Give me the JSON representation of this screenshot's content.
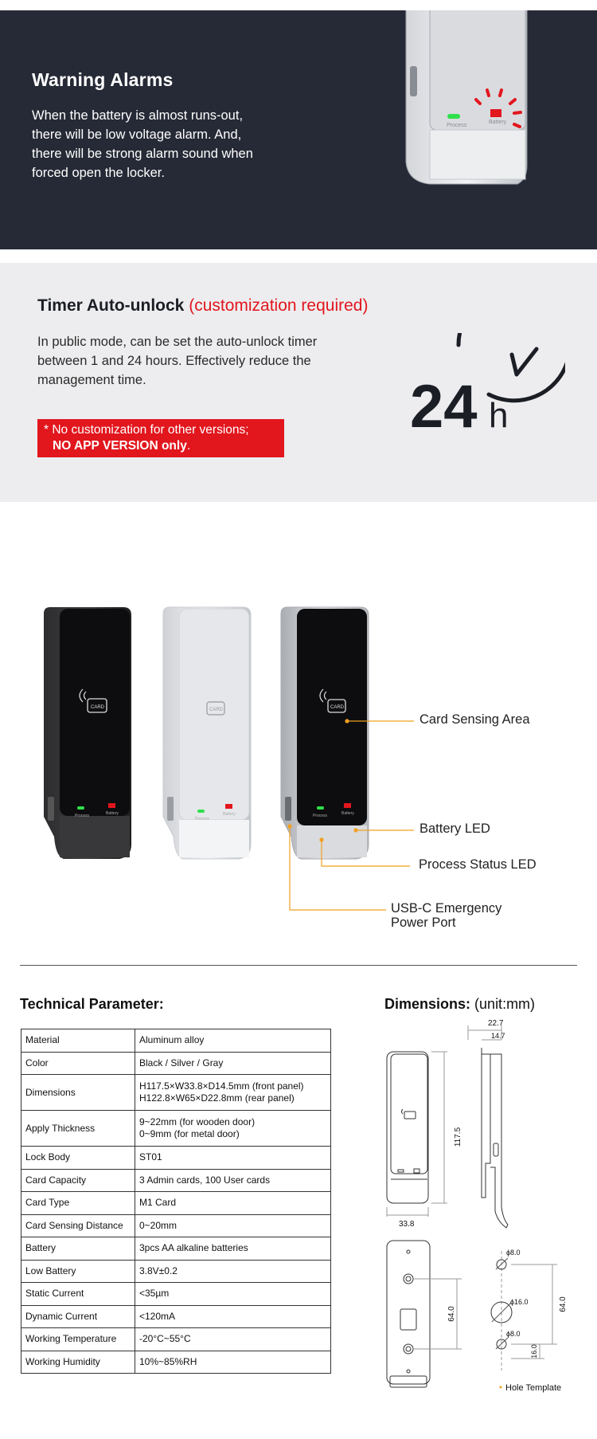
{
  "alarm": {
    "title": "Warning Alarms",
    "text": "When the battery is almost runs-out, there will be low voltage alarm. And, there will be strong alarm sound when forced open the locker.",
    "led_process": "Process",
    "led_battery": "Battery"
  },
  "timer": {
    "title": "Timer Auto-unlock",
    "title_note": "(customization required)",
    "text": "In public mode, can be set the auto-unlock timer between 1 and 24 hours. Effectively reduce the management time.",
    "note_line1": "* No customization for other versions;",
    "note_bold": "NO APP VERSION only",
    "note_end": ".",
    "icon_number": "24",
    "icon_unit": "h"
  },
  "products": {
    "card_label": "CARD",
    "process": "Process",
    "battery": "Battery",
    "callouts": {
      "card_area": "Card Sensing Area",
      "battery_led": "Battery LED",
      "process_led": "Process Status LED",
      "usb_line1": "USB-C Emergency",
      "usb_line2": "Power Port"
    }
  },
  "params": {
    "title": "Technical Parameter:",
    "rows": [
      {
        "k": "Material",
        "v": "Aluminum alloy"
      },
      {
        "k": "Color",
        "v": "Black / Silver / Gray"
      },
      {
        "k": "Dimensions",
        "v": "H117.5×W33.8×D14.5mm (front panel)",
        "v2": "H122.8×W65×D22.8mm (rear panel)"
      },
      {
        "k": "Apply Thickness",
        "v": "9~22mm (for wooden door)",
        "v2": "0~9mm (for metal door)"
      },
      {
        "k": "Lock Body",
        "v": "ST01"
      },
      {
        "k": "Card Capacity",
        "v": "3 Admin cards, 100 User cards"
      },
      {
        "k": "Card Type",
        "v": "M1 Card"
      },
      {
        "k": "Card Sensing Distance",
        "v": "0~20mm"
      },
      {
        "k": "Battery",
        "v": "3pcs AA alkaline batteries"
      },
      {
        "k": "Low Battery",
        "v": "3.8V±0.2"
      },
      {
        "k": "Static Current",
        "v": "<35µm"
      },
      {
        "k": "Dynamic Current",
        "v": "<120mA"
      },
      {
        "k": "Working Temperature",
        "v": "-20°C~55°C"
      },
      {
        "k": "Working Humidity",
        "v": "10%~85%RH"
      }
    ]
  },
  "dimensions": {
    "title": "Dimensions:",
    "unit": "(unit:mm)",
    "d_depth_rear": "22.7",
    "d_depth_front": "14.7",
    "d_height": "117.5",
    "d_width": "33.8",
    "d_rear_height": "64.0",
    "d_hole_small1": "ϕ8.0",
    "d_hole_big": "ϕ16.0",
    "d_hole_small2": "ϕ8.0",
    "d_hole_span": "64.0",
    "d_hole_bottom": "16.0",
    "hole_template": "Hole Template"
  },
  "colors": {
    "accent_red": "#e2161d",
    "dark_panel": "#262a36",
    "callout_line": "#f0a020",
    "led_green": "#2ee04a"
  }
}
